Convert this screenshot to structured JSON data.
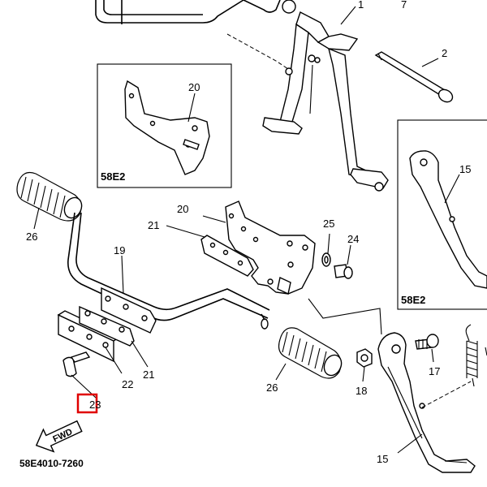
{
  "labels": {
    "p1": "1",
    "p2": "2",
    "p7": "7",
    "p20_inset": "20",
    "inset_code_left": "58E2",
    "p15_inset": "15",
    "inset_code_right": "58E2",
    "p26_left": "26",
    "p20": "20",
    "p21_top": "21",
    "p19": "19",
    "p25": "25",
    "p24": "24",
    "p22": "22",
    "p21_bottom": "21",
    "p23": "23",
    "p26_right": "26",
    "p18": "18",
    "p17": "17",
    "p15": "15",
    "fwd": "FWD",
    "diagram_code": "58E4010-7260"
  },
  "highlight": {
    "target": "23",
    "color": "#e00000"
  }
}
